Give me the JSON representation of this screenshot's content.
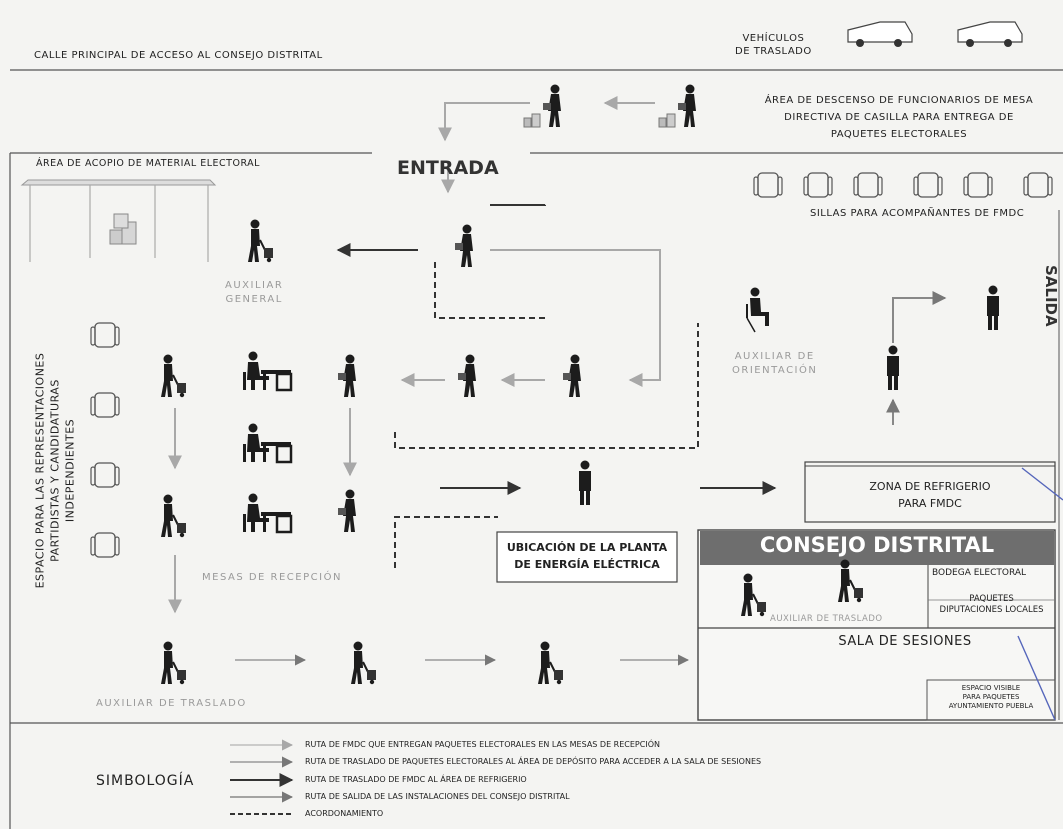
{
  "street_label": "CALLE PRINCIPAL DE ACCESO AL CONSEJO DISTRITAL",
  "vehicles_label": [
    "VEHÍCULOS",
    "DE TRASLADO"
  ],
  "dropoff_label": [
    "ÁREA DE DESCENSO DE FUNCIONARIOS DE MESA",
    "DIRECTIVA DE CASILLA PARA ENTREGA DE",
    "PAQUETES ELECTORALES"
  ],
  "entrance_label": "ENTRADA",
  "collection_area_label": "ÁREA DE ACOPIO DE MATERIAL ELECTORAL",
  "chairs_label": "SILLAS PARA ACOMPAÑANTES DE FMDC",
  "exit_label": "SALIDA",
  "auxiliar_general": [
    "AUXILIAR",
    "GENERAL"
  ],
  "auxiliar_orientacion": [
    "AUXILIAR DE",
    "ORIENTACIÓN"
  ],
  "representatives_label": [
    "ESPACIO PARA LAS REPRESENTACIONES",
    "PARTIDISTAS Y CANDIDATURAS",
    "INDEPENDIENTES"
  ],
  "reception_tables_label": "MESAS DE RECEPCIÓN",
  "power_plant_label": [
    "UBICACIÓN DE LA PLANTA",
    "DE ENERGÍA ELÉCTRICA"
  ],
  "refreshment_zone_label": [
    "ZONA DE REFRIGERIO",
    "PARA FMDC"
  ],
  "council_title": "CONSEJO DISTRITAL",
  "warehouse_label": "BODEGA ELECTORAL",
  "packages_local_label": [
    "PAQUETES",
    "DIPUTACIONES LOCALES"
  ],
  "auxiliar_traslado_inner": "AUXILIAR DE TRASLADO",
  "session_room_label": "SALA DE SESIONES",
  "visible_space_label": [
    "ESPACIO VISIBLE",
    "PARA PAQUETES",
    "AYUNTAMIENTO PUEBLA"
  ],
  "auxiliar_traslado_bottom": "AUXILIAR DE TRASLADO",
  "legend": {
    "title": "SIMBOLOGÍA",
    "items": [
      "RUTA DE FMDC QUE ENTREGAN PAQUETES ELECTORALES EN LAS MESAS DE RECEPCIÓN",
      "RUTA DE TRASLADO DE PAQUETES ELECTORALES AL ÁREA DE DEPÓSITO PARA ACCEDER A LA SALA DE SESIONES",
      "RUTA DE TRASLADO DE FMDC AL ÁREA DE REFRIGERIO",
      "RUTA DE SALIDA DE LAS INSTALACIONES DEL CONSEJO DISTRITAL",
      "ACORDONAMIENTO"
    ]
  },
  "colors": {
    "route_light": "#a8a8a8",
    "route_dark": "#333333",
    "council_header": "#6e6e6e",
    "figure": "#1c1c1c",
    "annotation_blue": "#5566bb"
  }
}
